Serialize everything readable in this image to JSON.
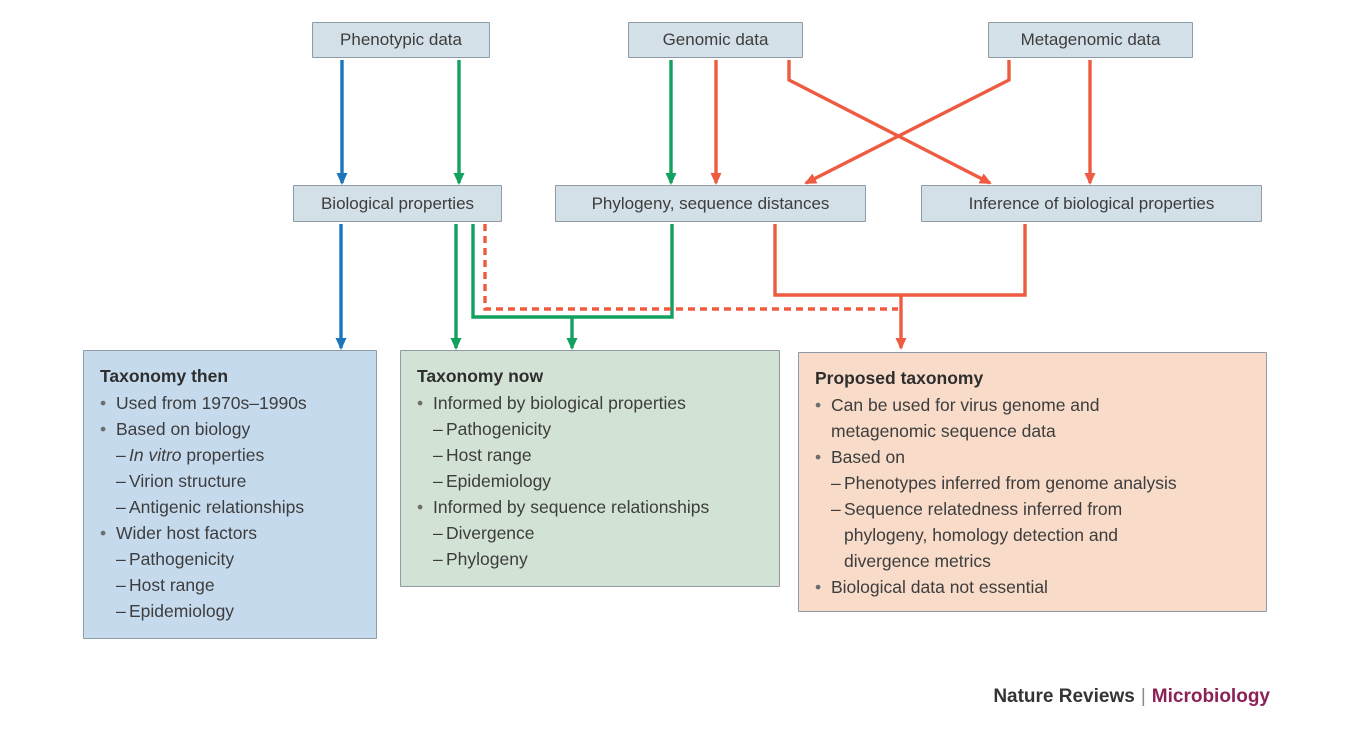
{
  "top_row": [
    {
      "label": "Phenotypic data"
    },
    {
      "label": "Genomic data"
    },
    {
      "label": "Metagenomic data"
    }
  ],
  "middle_row": [
    {
      "label": "Biological properties"
    },
    {
      "label": "Phylogeny, sequence distances"
    },
    {
      "label": "Inference of biological properties"
    }
  ],
  "panels": [
    {
      "title": "Taxonomy then",
      "items": [
        {
          "marker": "bullet",
          "segments": [
            {
              "t": "Used from 1970s–1990s"
            }
          ]
        },
        {
          "marker": "bullet",
          "segments": [
            {
              "t": "Based on biology"
            }
          ]
        },
        {
          "marker": "dash",
          "segments": [
            {
              "t": "In vitro",
              "i": true
            },
            {
              "t": " properties"
            }
          ]
        },
        {
          "marker": "dash",
          "segments": [
            {
              "t": "Virion structure"
            }
          ]
        },
        {
          "marker": "dash",
          "segments": [
            {
              "t": "Antigenic relationships"
            }
          ]
        },
        {
          "marker": "bullet",
          "segments": [
            {
              "t": "Wider host factors"
            }
          ]
        },
        {
          "marker": "dash",
          "segments": [
            {
              "t": "Pathogenicity"
            }
          ]
        },
        {
          "marker": "dash",
          "segments": [
            {
              "t": "Host range"
            }
          ]
        },
        {
          "marker": "dash",
          "segments": [
            {
              "t": "Epidemiology"
            }
          ]
        }
      ]
    },
    {
      "title": "Taxonomy now",
      "items": [
        {
          "marker": "bullet",
          "segments": [
            {
              "t": "Informed by biological properties"
            }
          ]
        },
        {
          "marker": "dash",
          "segments": [
            {
              "t": "Pathogenicity"
            }
          ]
        },
        {
          "marker": "dash",
          "segments": [
            {
              "t": "Host range"
            }
          ]
        },
        {
          "marker": "dash",
          "segments": [
            {
              "t": "Epidemiology"
            }
          ]
        },
        {
          "marker": "bullet",
          "segments": [
            {
              "t": "Informed by sequence relationships"
            }
          ]
        },
        {
          "marker": "dash",
          "segments": [
            {
              "t": "Divergence"
            }
          ]
        },
        {
          "marker": "dash",
          "segments": [
            {
              "t": "Phylogeny"
            }
          ]
        }
      ]
    },
    {
      "title": "Proposed taxonomy",
      "items": [
        {
          "marker": "bullet",
          "segments": [
            {
              "t": "Can be used for virus genome and"
            },
            {
              "br": true
            },
            {
              "t": "metagenomic sequence data"
            }
          ]
        },
        {
          "marker": "bullet",
          "segments": [
            {
              "t": "Based on"
            }
          ]
        },
        {
          "marker": "dash",
          "segments": [
            {
              "t": "Phenotypes inferred from genome analysis"
            }
          ]
        },
        {
          "marker": "dash",
          "segments": [
            {
              "t": "Sequence relatedness inferred from"
            },
            {
              "br": true
            },
            {
              "t": "phylogeny, homology detection and"
            },
            {
              "br": true
            },
            {
              "t": "divergence metrics"
            }
          ]
        },
        {
          "marker": "bullet",
          "segments": [
            {
              "t": "Biological data not essential"
            }
          ]
        }
      ]
    }
  ],
  "footer": {
    "journal": "Nature Reviews",
    "separator": "|",
    "section": "Microbiology"
  },
  "glyphs": {
    "bullet": "•",
    "dash": "–"
  },
  "colors": {
    "arrow_blue": "#1b75bc",
    "arrow_green": "#12a15e",
    "arrow_orange": "#ee5b40",
    "node_fill": "#d4e0e8",
    "node_border": "#8e9ba6",
    "panel_then_fill": "#c6daee",
    "panel_now_fill": "#d2e3d5",
    "panel_proposed_fill": "#f8dbc9",
    "text_dark": "#3d3d3d",
    "bullet_gray": "#6d6d6d",
    "footer_dark": "#343434",
    "footer_brand": "#8c2157",
    "separator_gray": "#8a8a8a"
  }
}
